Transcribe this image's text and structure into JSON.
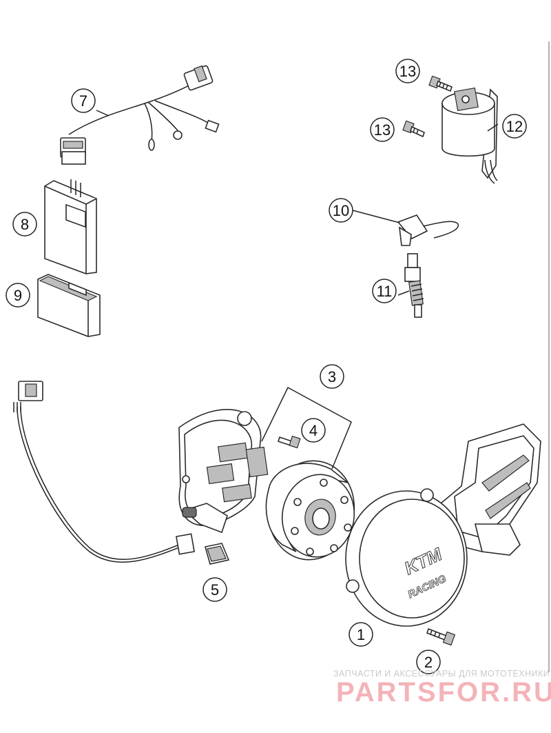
{
  "callouts": [
    {
      "id": "1",
      "label": "1"
    },
    {
      "id": "2",
      "label": "2"
    },
    {
      "id": "3",
      "label": "3"
    },
    {
      "id": "4",
      "label": "4"
    },
    {
      "id": "5",
      "label": "5"
    },
    {
      "id": "7",
      "label": "7"
    },
    {
      "id": "8",
      "label": "8"
    },
    {
      "id": "9",
      "label": "9"
    },
    {
      "id": "10",
      "label": "10"
    },
    {
      "id": "11",
      "label": "11"
    },
    {
      "id": "12",
      "label": "12"
    },
    {
      "id": "13a",
      "label": "13"
    },
    {
      "id": "13b",
      "label": "13"
    }
  ],
  "cover_logo": {
    "brand": "KTM",
    "subtitle": "RACING"
  },
  "watermark": {
    "tagline": "ЗАПЧАСТИ И АКСЕССУАРЫ ДЛЯ МОТОТЕХНИКИ",
    "site": "PARTSFOR.RU",
    "color": "#f3b3b8"
  }
}
